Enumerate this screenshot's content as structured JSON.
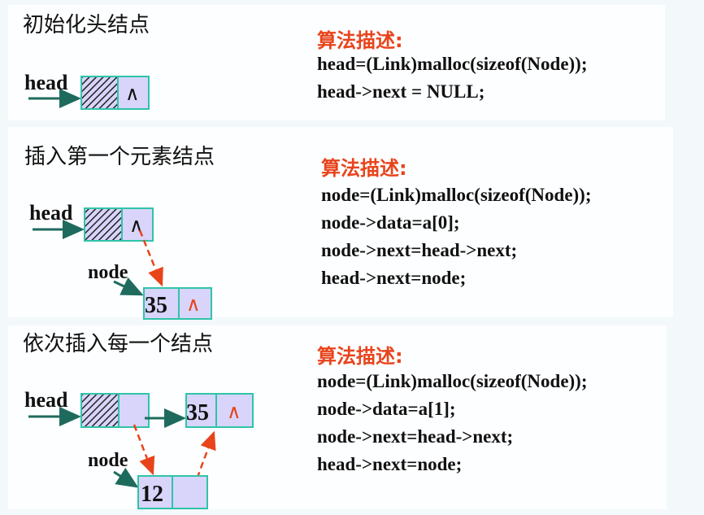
{
  "sections": [
    {
      "title": "初始化头结点",
      "heading": "算法描述:",
      "code": [
        "head=(Link)malloc(sizeof(Node));",
        "head->next = NULL;"
      ]
    },
    {
      "title": "插入第一个元素结点",
      "heading": "算法描述:",
      "code": [
        "node=(Link)malloc(sizeof(Node));",
        "node->data=a[0];",
        "node->next=head->next;",
        "head->next=node;"
      ]
    },
    {
      "title": "依次插入每一个结点",
      "heading": "算法描述:",
      "code": [
        "node=(Link)malloc(sizeof(Node));",
        "node->data=a[1];",
        "node->next=head->next;",
        "head->next=node;"
      ]
    }
  ],
  "diagram": {
    "head_label": "head",
    "node_label": "node",
    "null_symbol": "∧",
    "values": [
      "35",
      "12"
    ]
  },
  "colors": {
    "accent": "#e8441c",
    "box_border": "#2fc4a8",
    "box_fill": "#d8d4fa",
    "arrow": "#1e6b5e"
  }
}
